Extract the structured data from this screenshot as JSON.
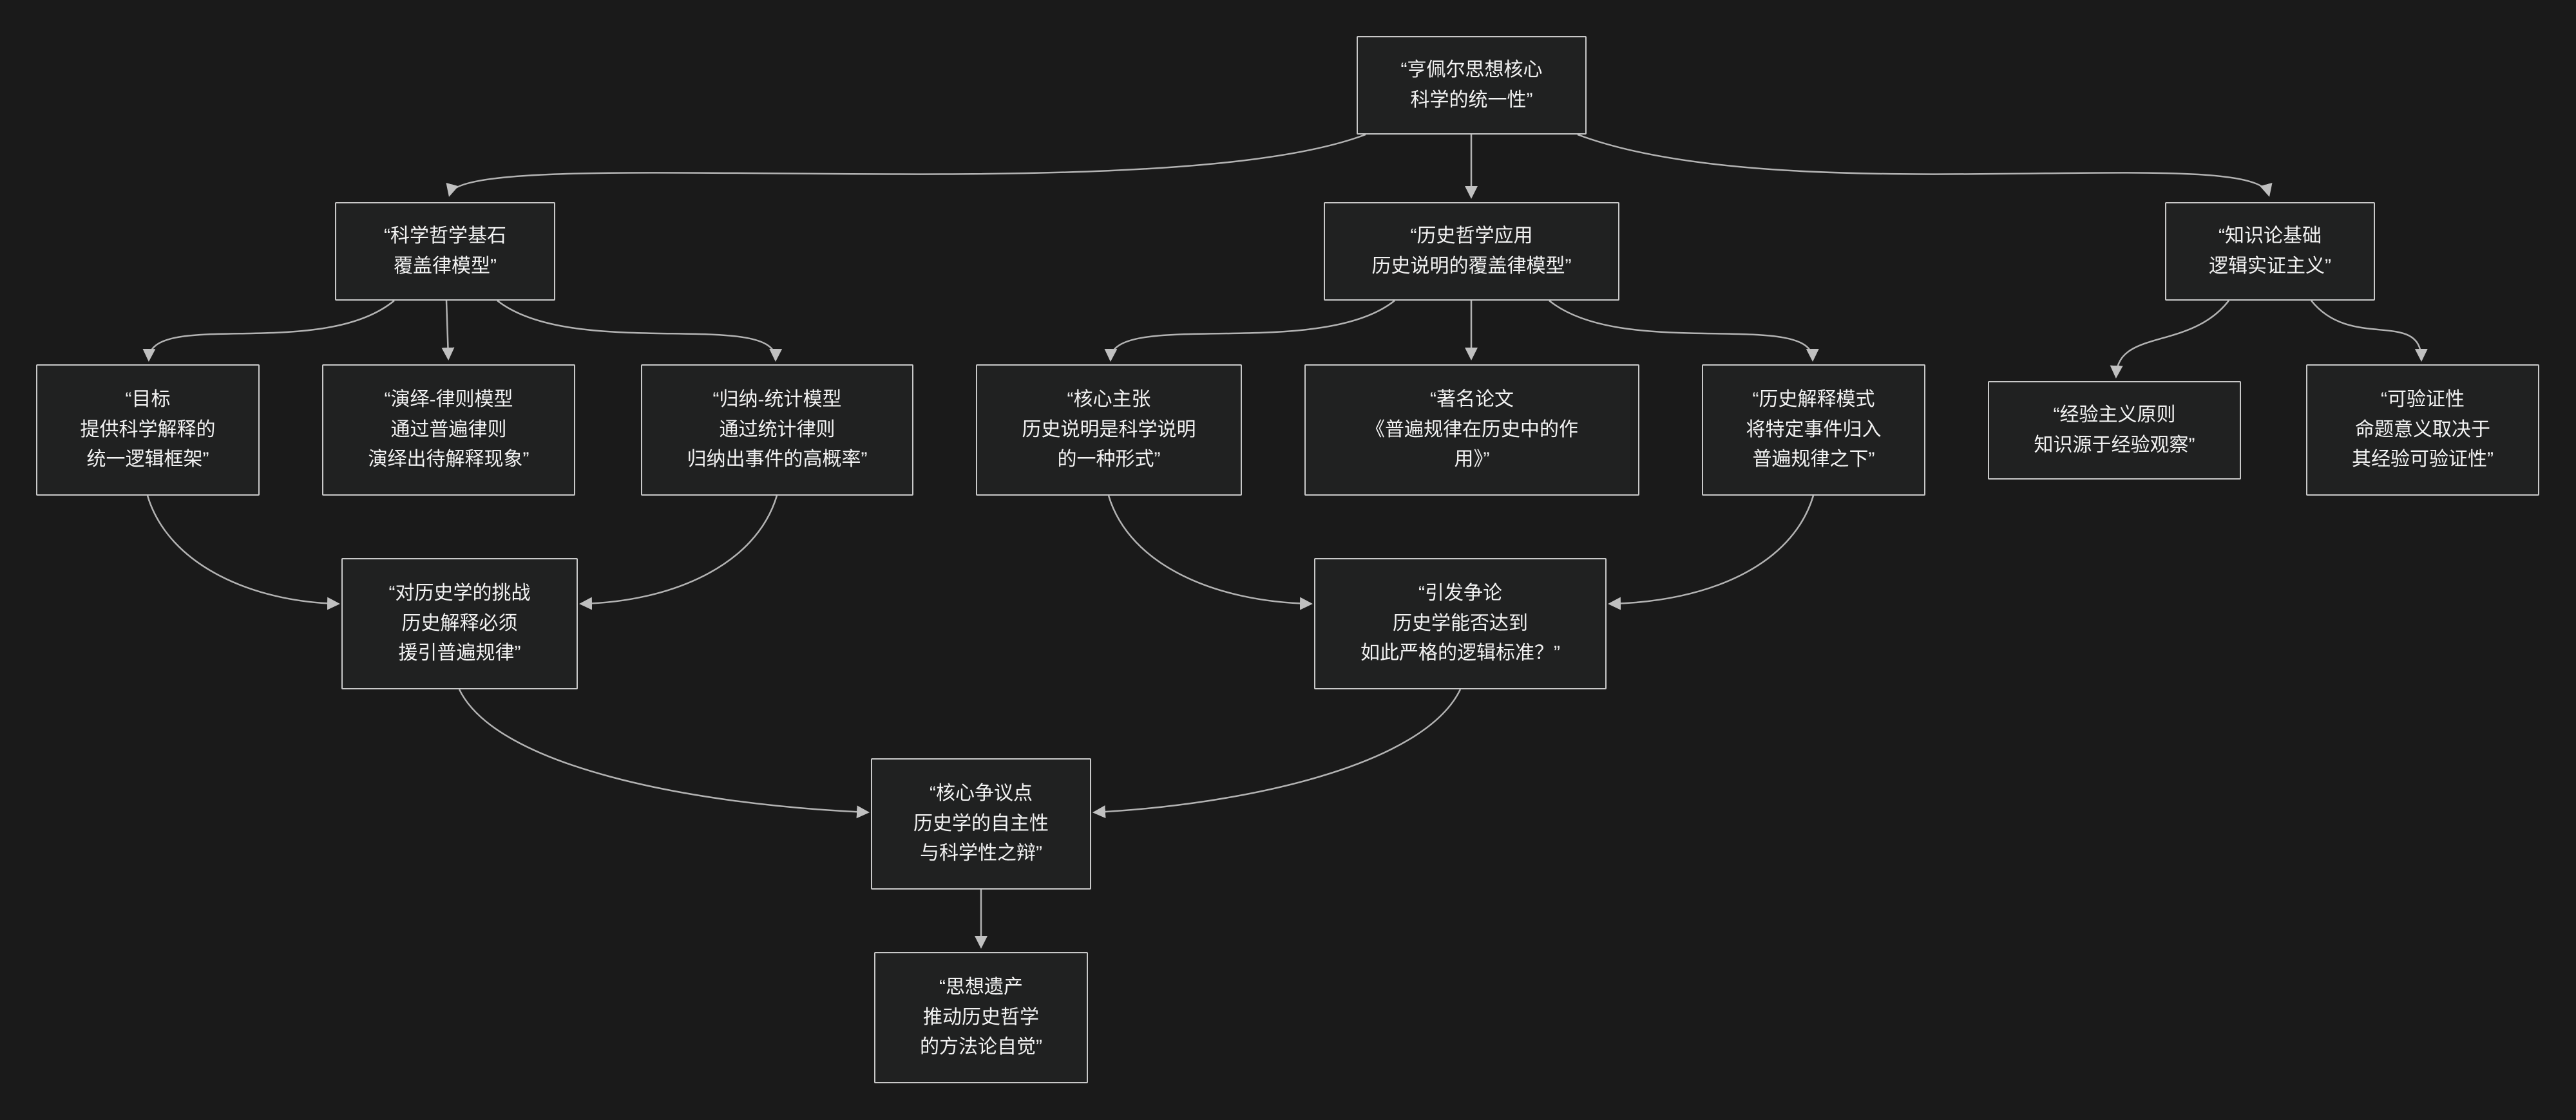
{
  "diagram": {
    "type": "flowchart",
    "theme": "dark",
    "colors": {
      "background": "#1a1a1a",
      "node_fill": "#202121",
      "node_border": "#c9c9c9",
      "text": "#f2f2f2",
      "edge": "#b3b3b3"
    },
    "nodes": [
      {
        "id": "root",
        "label": "“亨佩尔思想核心\n科学的统一性”"
      },
      {
        "id": "science-philosophy",
        "label": "“科学哲学基石\n覆盖律模型”"
      },
      {
        "id": "history-philosophy",
        "label": "“历史哲学应用\n历史说明的覆盖律模型”"
      },
      {
        "id": "epistemology",
        "label": "“知识论基础\n逻辑实证主义”"
      },
      {
        "id": "goal",
        "label": "“目标\n提供科学解释的\n统一逻辑框架”"
      },
      {
        "id": "deductive-nomological",
        "label": "“演绎-律则模型\n通过普遍律则\n演绎出待解释现象”"
      },
      {
        "id": "inductive-statistical",
        "label": "“归纳-统计模型\n通过统计律则\n归纳出事件的高概率”"
      },
      {
        "id": "core-claim",
        "label": "“核心主张\n历史说明是科学说明\n的一种形式”"
      },
      {
        "id": "famous-paper",
        "label": "“著名论文\n《普遍规律在历史中的作\n用》”"
      },
      {
        "id": "explanation-pattern",
        "label": "“历史解释模式\n将特定事件归入\n普遍规律之下”"
      },
      {
        "id": "empiricism",
        "label": "“经验主义原则\n知识源于经验观察”"
      },
      {
        "id": "verifiability",
        "label": "“可验证性\n命题意义取决于\n其经验可验证性”"
      },
      {
        "id": "challenge",
        "label": "“对历史学的挑战\n历史解释必须\n援引普遍规律”"
      },
      {
        "id": "debate",
        "label": "“引发争论\n历史学能否达到\n如此严格的逻辑标准？”"
      },
      {
        "id": "controversy",
        "label": "“核心争议点\n历史学的自主性\n与科学性之辩”"
      },
      {
        "id": "legacy",
        "label": "“思想遗产\n推动历史哲学\n的方法论自觉”"
      }
    ],
    "edges": [
      {
        "from": "root",
        "to": "science-philosophy"
      },
      {
        "from": "root",
        "to": "history-philosophy"
      },
      {
        "from": "root",
        "to": "epistemology"
      },
      {
        "from": "science-philosophy",
        "to": "goal"
      },
      {
        "from": "science-philosophy",
        "to": "deductive-nomological"
      },
      {
        "from": "science-philosophy",
        "to": "inductive-statistical"
      },
      {
        "from": "history-philosophy",
        "to": "core-claim"
      },
      {
        "from": "history-philosophy",
        "to": "famous-paper"
      },
      {
        "from": "history-philosophy",
        "to": "explanation-pattern"
      },
      {
        "from": "epistemology",
        "to": "empiricism"
      },
      {
        "from": "epistemology",
        "to": "verifiability"
      },
      {
        "from": "goal",
        "to": "challenge"
      },
      {
        "from": "inductive-statistical",
        "to": "challenge"
      },
      {
        "from": "core-claim",
        "to": "debate"
      },
      {
        "from": "explanation-pattern",
        "to": "debate"
      },
      {
        "from": "challenge",
        "to": "controversy"
      },
      {
        "from": "debate",
        "to": "controversy"
      },
      {
        "from": "controversy",
        "to": "legacy"
      }
    ]
  }
}
